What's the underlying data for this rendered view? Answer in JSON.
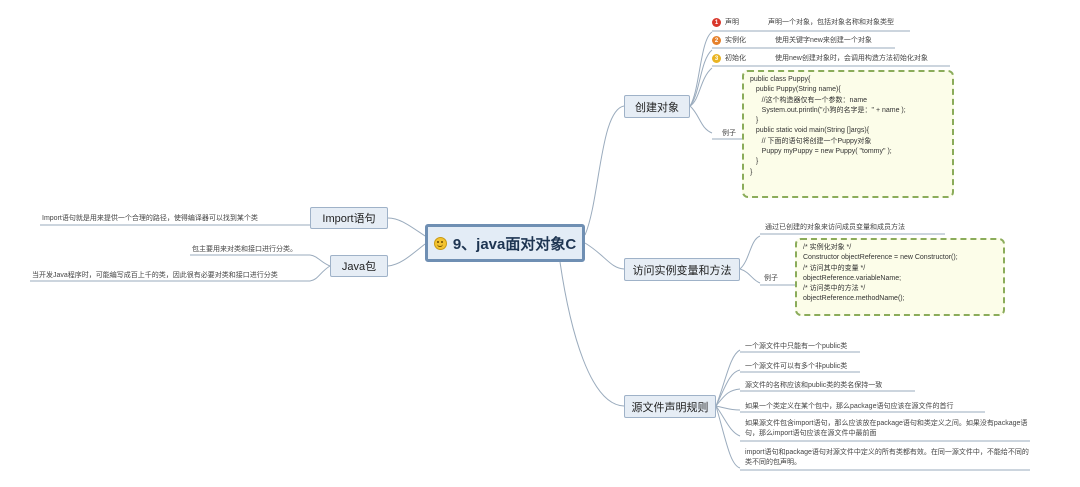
{
  "center": {
    "title": "9、java面对对象C",
    "icon": "smile-icon"
  },
  "branches": {
    "create": {
      "label": "创建对象",
      "steps": [
        {
          "num": "1",
          "color": "#d9372b",
          "name": "声明",
          "desc": "声明一个对象，包括对象名称和对象类型"
        },
        {
          "num": "2",
          "color": "#e6812b",
          "name": "实例化",
          "desc": "使用关键字new来创建一个对象"
        },
        {
          "num": "3",
          "color": "#e9b423",
          "name": "初始化",
          "desc": "使用new创建对象时，会调用构造方法初始化对象"
        }
      ],
      "example_label": "例子",
      "code": [
        "public class Puppy{",
        "   public Puppy(String name){",
        "      //这个构造器仅有一个参数：name",
        "      System.out.println(\"小狗的名字是：\" + name );",
        "   }",
        "   public static void main(String []args){",
        "      // 下面的语句将创建一个Puppy对象",
        "      Puppy myPuppy = new Puppy( \"tommy\" );",
        "   }",
        "}"
      ]
    },
    "access": {
      "label": "访问实例变量和方法",
      "desc": "通过已创建的对象来访问成员变量和成员方法",
      "example_label": "例子",
      "code": [
        "/* 实例化对象 */",
        "Constructor objectReference = new Constructor();",
        "/* 访问其中的变量 */",
        "objectReference.variableName;",
        "/* 访问类中的方法 */",
        "objectReference.methodName();"
      ]
    },
    "rules": {
      "label": "源文件声明规则",
      "items": [
        "一个源文件中只能有一个public类",
        "一个源文件可以有多个非public类",
        "源文件的名称应该和public类的类名保持一致",
        "如果一个类定义在某个包中，那么package语句应该在源文件的首行",
        "如果源文件包含import语句，那么应该放在package语句和类定义之间。如果没有package语句，那么import语句应该在源文件中最前面",
        "import语句和package语句对源文件中定义的所有类都有效。在同一源文件中，不能给不同的类不同的包声明。"
      ]
    },
    "import": {
      "label": "Import语句",
      "desc": "Import语句就是用来提供一个合理的路径，使得编译器可以找到某个类"
    },
    "package": {
      "label": "Java包",
      "items": [
        "包主要用来对类和接口进行分类。",
        "当开发Java程序时，可能编写成百上千的类，因此很有必要对类和接口进行分类"
      ]
    }
  }
}
